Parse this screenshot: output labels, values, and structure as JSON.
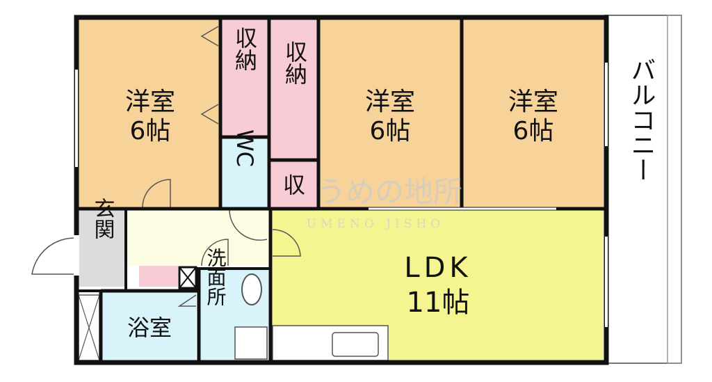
{
  "colors": {
    "wall": "#111111",
    "bedroom": "#f7d39a",
    "storage": "#f7ccd4",
    "wet_area": "#d9f3fb",
    "ldk": "#f4f491",
    "hall": "#fdfde4",
    "genkan": "#dcdcdc",
    "balcony": "#ffffff",
    "door_arc": "#555555"
  },
  "rooms": {
    "western1": {
      "name": "洋室",
      "size": "6帖"
    },
    "western2": {
      "name": "洋室",
      "size": "6帖"
    },
    "western3": {
      "name": "洋室",
      "size": "6帖"
    },
    "storage1": "収納",
    "storage2": "収納",
    "storage3": "収",
    "wc": "WC",
    "genkan": "玄関",
    "bath": "浴室",
    "washroom": "洗面所",
    "ldk": {
      "name": "LDK",
      "size": "11帖"
    },
    "balcony": "バルコニー"
  },
  "watermark": {
    "text": "うめの地所",
    "subtext": "UMENO JISHO"
  }
}
